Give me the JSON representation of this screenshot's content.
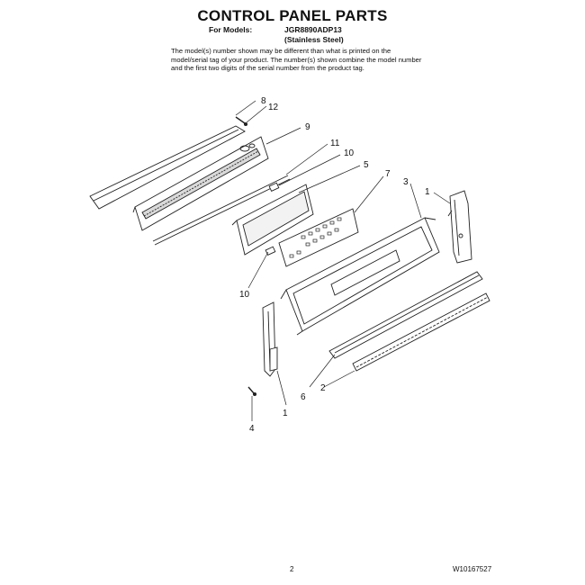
{
  "header": {
    "title": "CONTROL PANEL PARTS",
    "models_label": "For Models:",
    "model_number": "JGR8890ADP13",
    "model_finish": "(Stainless Steel)",
    "note": "The model(s) number shown may be different than what is printed on the model/serial tag of your product. The number(s) shown combine the model number and the first two digits of the serial number from the product tag."
  },
  "callouts": [
    "8",
    "12",
    "9",
    "11",
    "10",
    "5",
    "7",
    "3",
    "1",
    "10",
    "6",
    "2",
    "4",
    "1"
  ],
  "footer": {
    "page_number": "2",
    "part_code": "W10167527"
  }
}
